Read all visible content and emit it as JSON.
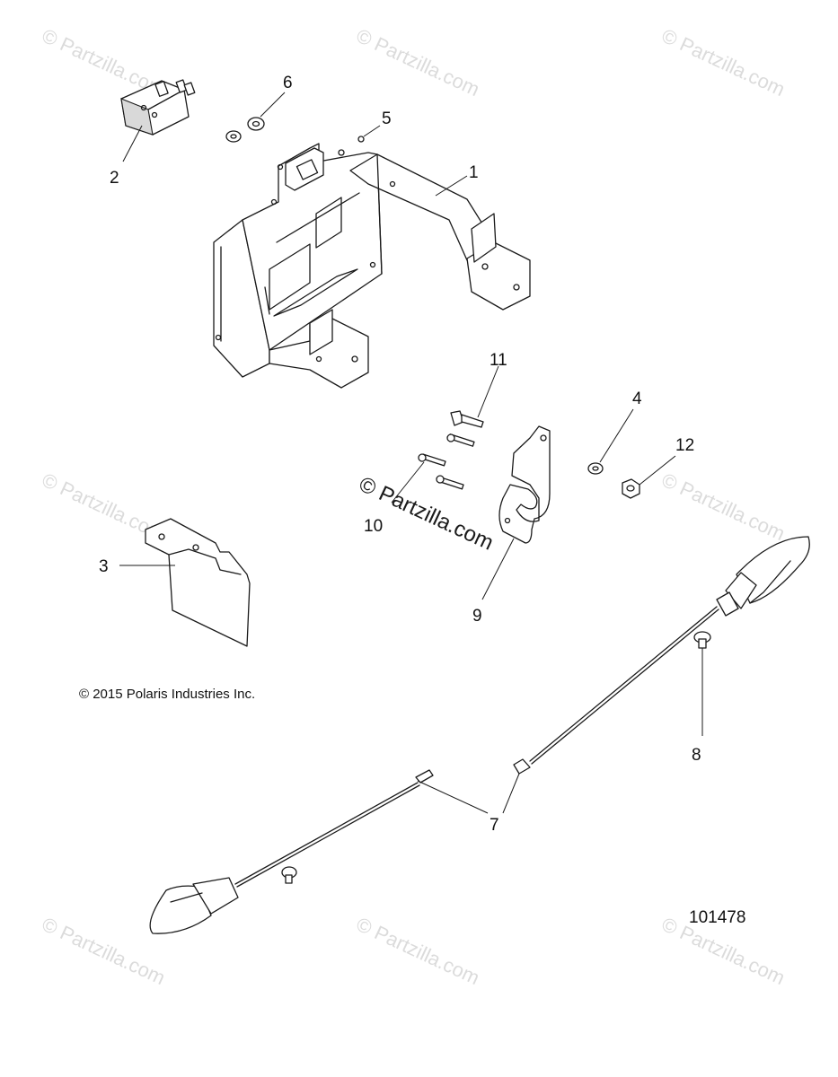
{
  "diagram": {
    "callouts": [
      "1",
      "2",
      "3",
      "4",
      "5",
      "6",
      "7",
      "8",
      "9",
      "10",
      "11",
      "12"
    ],
    "copyright": "© 2015 Polaris Industries Inc.",
    "figure_number": "101478",
    "watermark": "© Partzilla.com",
    "center_watermark": "© Partzilla.com"
  }
}
